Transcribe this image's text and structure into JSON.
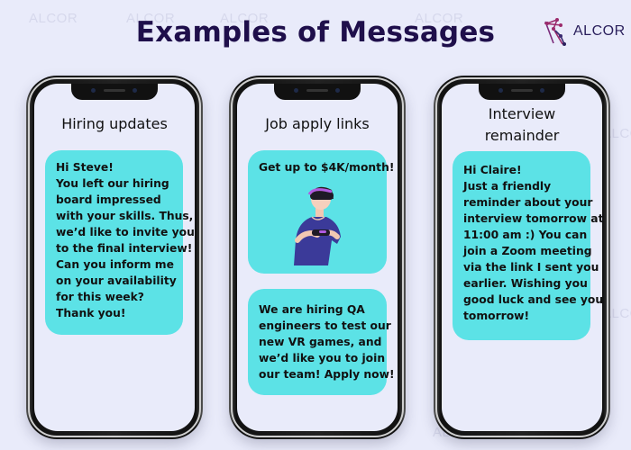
{
  "header": {
    "title": "Examples of Messages",
    "logo_text": "ALCOR"
  },
  "watermark_text": "ALCOR",
  "colors": {
    "background": "#e9ebfa",
    "title": "#1f0f4b",
    "bubble": "#5ce2e6",
    "logo_magenta": "#9b2a6b",
    "logo_purple": "#2a1f5c"
  },
  "phones": [
    {
      "title": "Hiring updates",
      "bubbles": [
        {
          "lines": [
            "Hi Steve!",
            "You left our hiring",
            "board impressed",
            "with your skills. Thus,",
            "we’d like to invite you",
            "to the final interview!",
            "Can you inform me",
            "on your availability",
            "for this week?",
            "Thank you!"
          ]
        }
      ]
    },
    {
      "title": "Job apply links",
      "bubbles": [
        {
          "lines": [
            "Get up to $4K/month!"
          ],
          "illustration": "vr-gamer-illustration"
        },
        {
          "lines": [
            "We are hiring QA",
            "engineers to test our",
            "new VR games, and",
            "we’d like you to join",
            "our team! Apply now!"
          ]
        }
      ]
    },
    {
      "title_lines": [
        "Interview",
        "remainder"
      ],
      "bubbles": [
        {
          "lines": [
            "Hi Claire!",
            "Just a friendly",
            "reminder about your",
            "interview tomorrow at",
            "11:00 am :) You can",
            "join a Zoom meeting",
            "via the link I sent you",
            "earlier. Wishing you",
            "good luck and see you",
            "tomorrow!"
          ]
        }
      ]
    }
  ]
}
